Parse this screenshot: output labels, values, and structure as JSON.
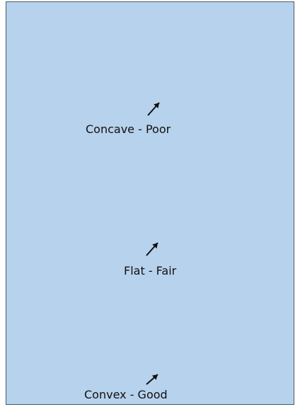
{
  "figure": {
    "background_color": "#b7d2ec",
    "panels": [
      {
        "label": "Concave - Poor",
        "plastron": "concave"
      },
      {
        "label": "Flat - Fair",
        "plastron": "flat"
      },
      {
        "label": "Convex - Good",
        "plastron": "convex"
      }
    ]
  }
}
